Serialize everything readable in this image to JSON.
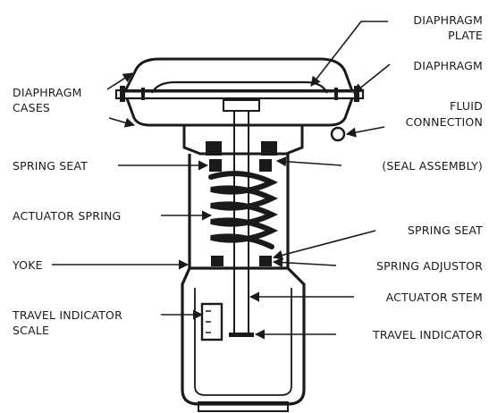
{
  "labels": {
    "diaphragm_plate_1": "DIAPHRAGM",
    "diaphragm_plate_2": "PLATE",
    "diaphragm": "DIAPHRAGM",
    "diaphragm_cases_1": "DIAPHRAGM",
    "diaphragm_cases_2": "CASES",
    "fluid_connection_1": "FLUID",
    "fluid_connection_2": "CONNECTION",
    "spring_seat_left": "SPRING SEAT",
    "seal_assembly": "(SEAL ASSEMBLY)",
    "actuator_spring": "ACTUATOR SPRING",
    "spring_seat_right": "SPRING SEAT",
    "yoke": "YOKE",
    "spring_adjustor": "SPRING ADJUSTOR",
    "actuator_stem": "ACTUATOR STEM",
    "travel_indicator_scale_1": "TRAVEL INDICATOR",
    "travel_indicator_scale_2": "SCALE",
    "travel_indicator": "TRAVEL INDICATOR"
  }
}
